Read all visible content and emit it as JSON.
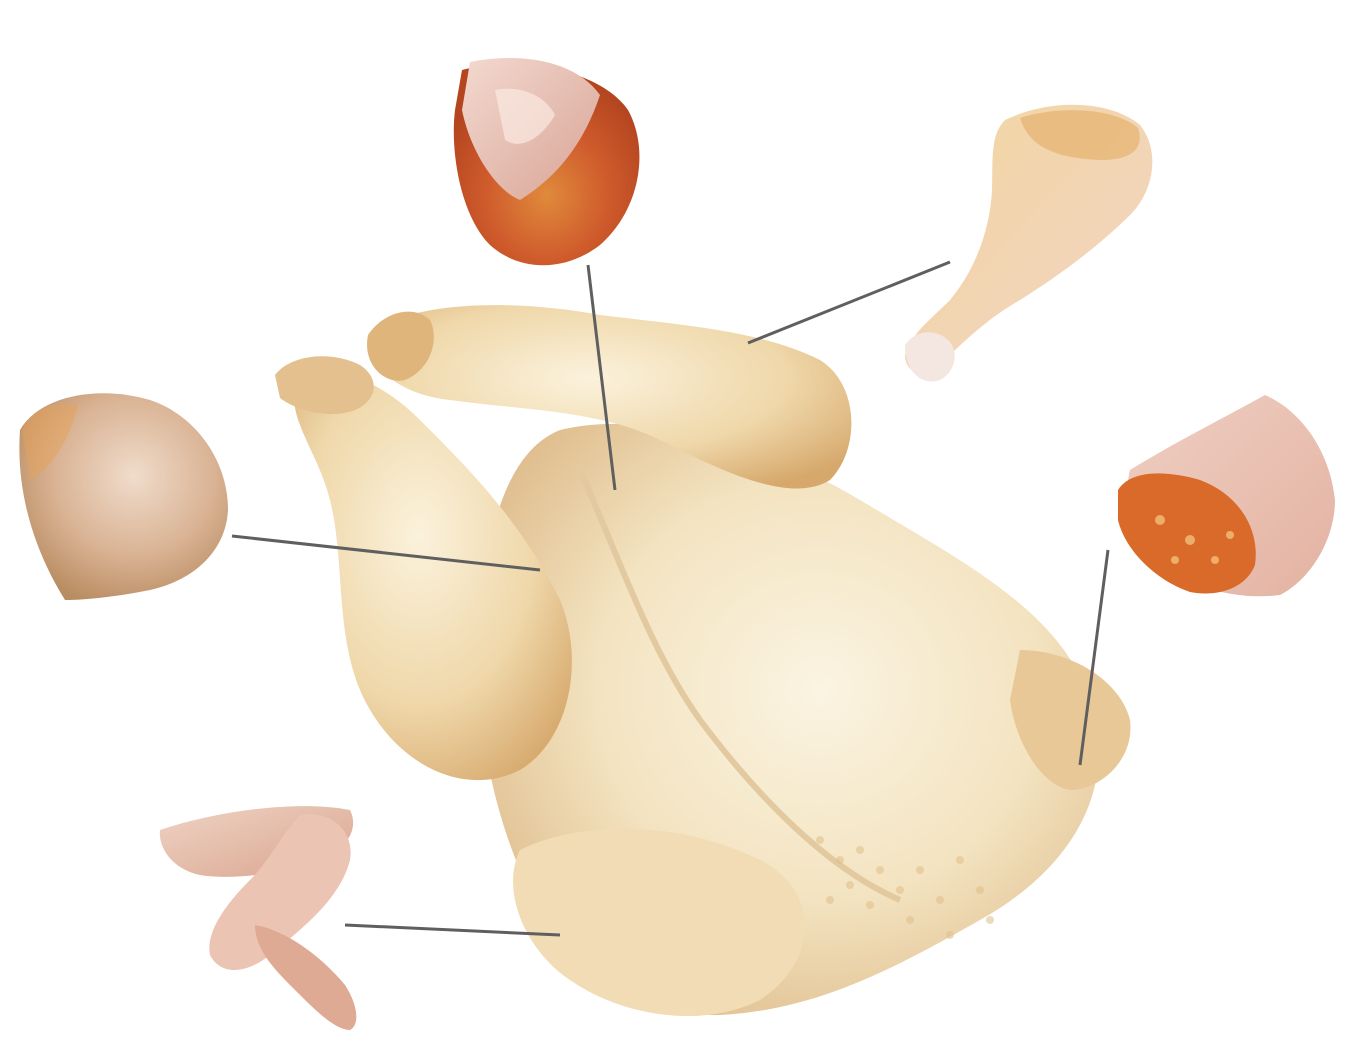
{
  "subject": "whole-raw-chicken-with-cut-parts",
  "parts": [
    {
      "name": "breast"
    },
    {
      "name": "drumstick"
    },
    {
      "name": "thigh"
    },
    {
      "name": "back"
    },
    {
      "name": "wing"
    }
  ],
  "colors": {
    "background": "#ffffff",
    "skin_light": "#f6ecd2",
    "skin_mid": "#ecd3a6",
    "skin_shadow": "#d9b27a",
    "meat_red": "#c8552a",
    "meat_orange": "#e08a3c",
    "meat_pink": "#e9b6a6",
    "leader_line": "#5f5f5f"
  }
}
